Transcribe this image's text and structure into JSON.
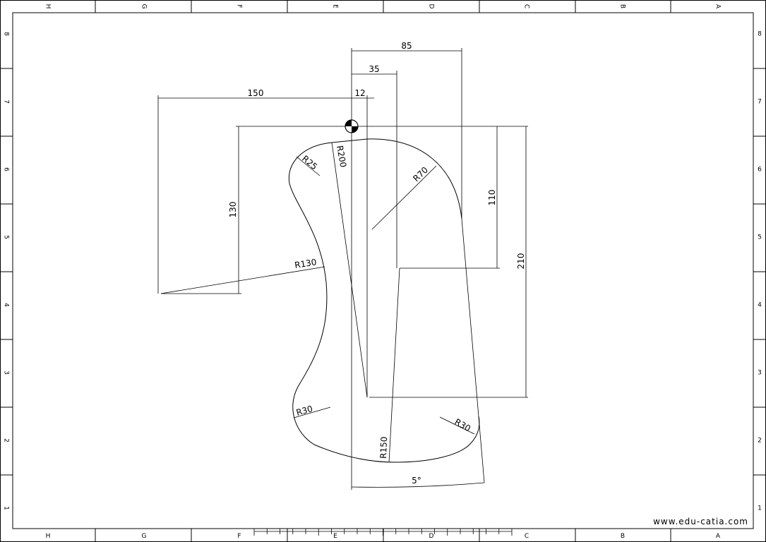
{
  "border": {
    "columns": [
      "H",
      "G",
      "F",
      "E",
      "D",
      "C",
      "B",
      "A"
    ],
    "rows": [
      "8",
      "7",
      "6",
      "5",
      "4",
      "3",
      "2",
      "1"
    ]
  },
  "dimensions": {
    "d85": "85",
    "d35": "35",
    "d12": "12",
    "d150": "150",
    "d130": "130",
    "d110": "110",
    "d210": "210",
    "angle": "5°",
    "r200": "R200",
    "r25": "R25",
    "r70": "R70",
    "r130": "R130",
    "r30_left": "R30",
    "r30_right": "R30",
    "r150": "R150"
  },
  "watermark": "www.edu-catia.com"
}
